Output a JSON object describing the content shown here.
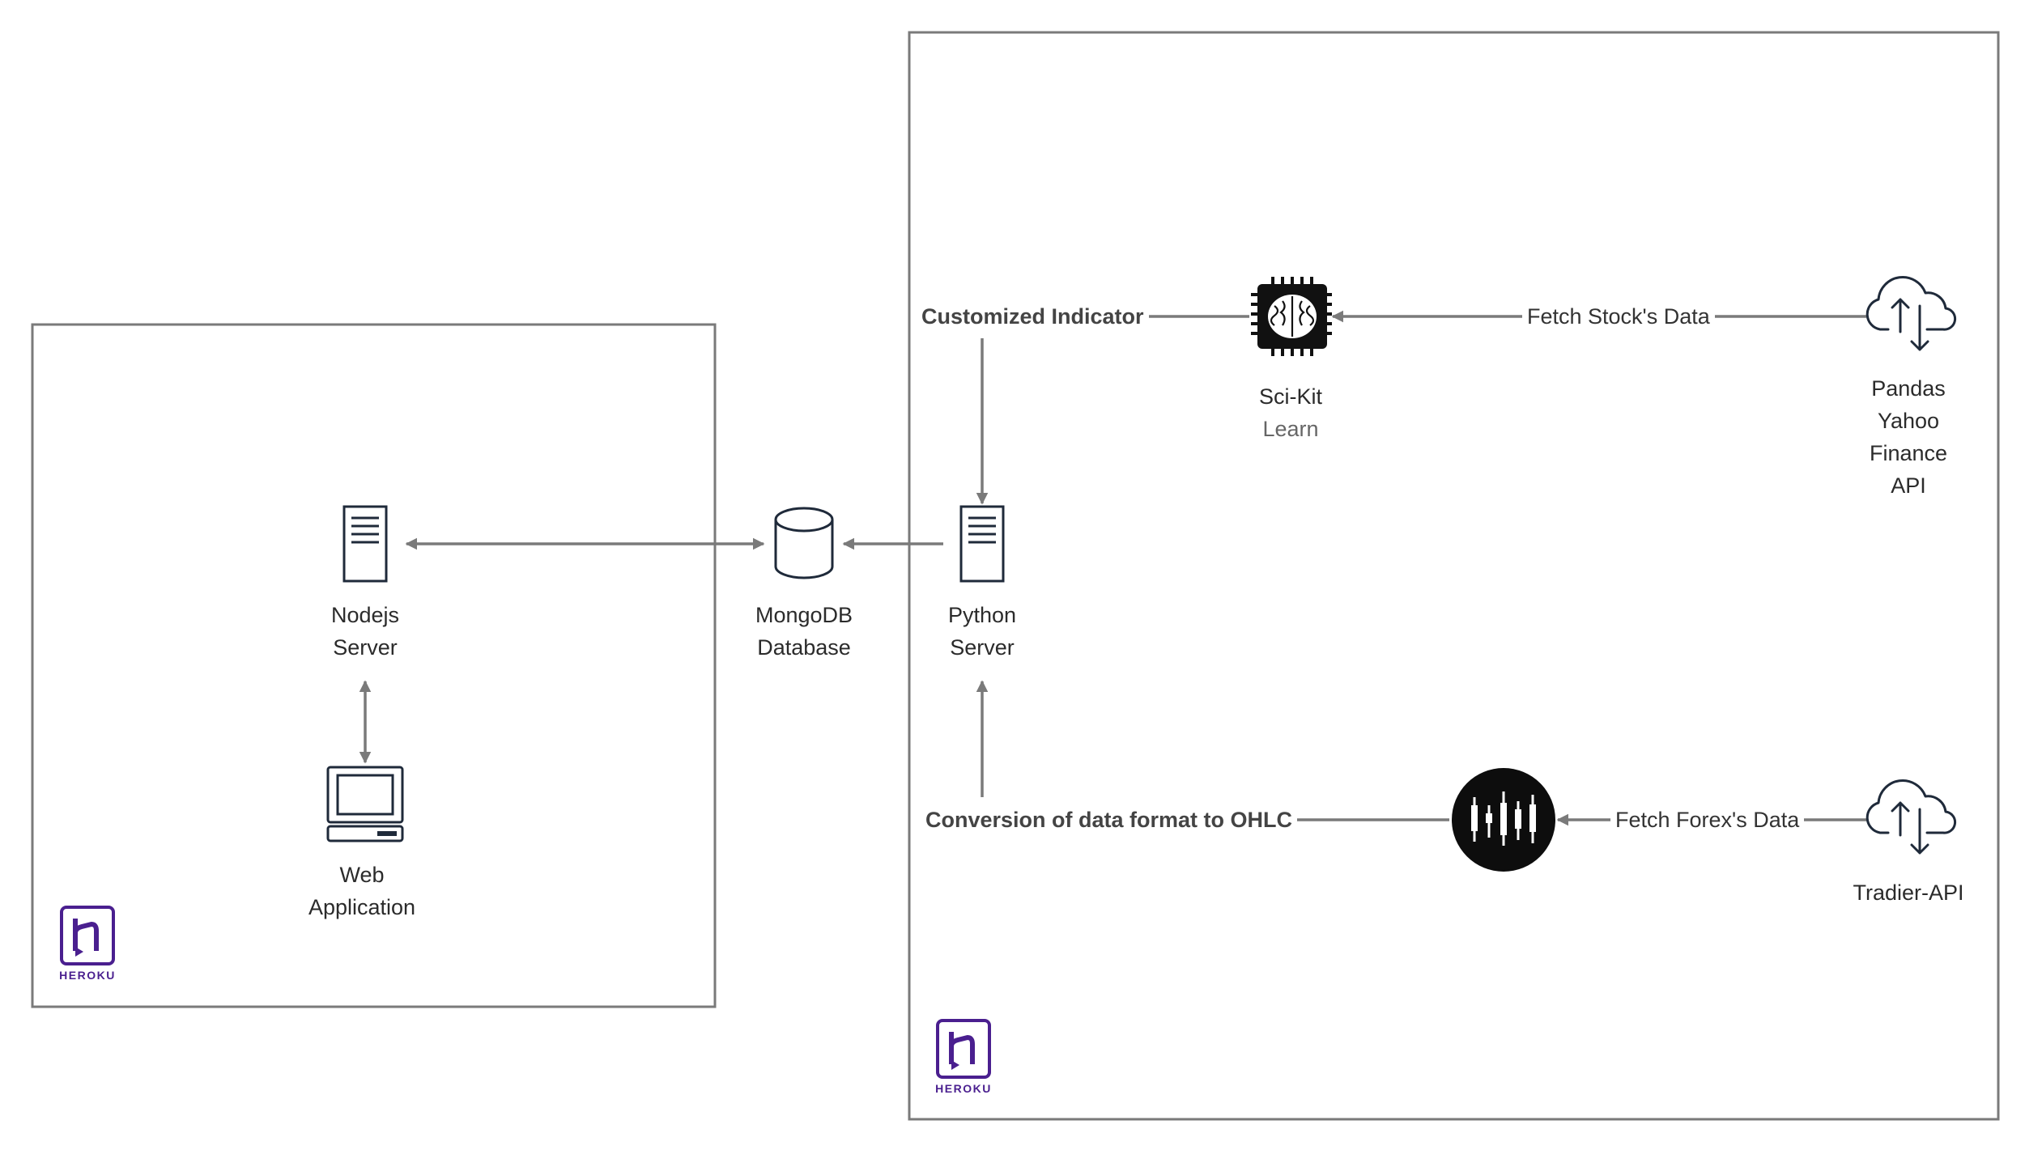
{
  "colors": {
    "border": "#7a7a7a",
    "arrow": "#7a7a7a",
    "icon": "#1f2a3a",
    "heroku": "#4a1f8f"
  },
  "nodes": {
    "nodejs": {
      "icon": "server-icon",
      "lines": [
        "Nodejs",
        "Server"
      ]
    },
    "webapp": {
      "icon": "computer-icon",
      "lines": [
        "Web",
        "Application"
      ]
    },
    "mongodb": {
      "icon": "database-icon",
      "lines": [
        "MongoDB",
        "Database"
      ]
    },
    "python": {
      "icon": "server-icon",
      "lines": [
        "Python",
        "Server"
      ]
    },
    "scikit": {
      "icon": "brain-chip-icon",
      "lines": [
        "Sci-Kit",
        "Learn"
      ]
    },
    "pandas": {
      "icon": "cloud-sync-icon",
      "lines": [
        "Pandas",
        "Yahoo",
        "Finance",
        "API"
      ]
    },
    "tradier": {
      "icon": "cloud-sync-icon",
      "lines": [
        "Tradier-API"
      ]
    },
    "candles": {
      "icon": "candlestick-chart-icon"
    }
  },
  "edge_labels": {
    "customized": "Customized Indicator",
    "fetch_stock": "Fetch Stock's Data",
    "conversion": "Conversion of data format to OHLC",
    "fetch_forex": "Fetch  Forex's Data"
  },
  "heroku": {
    "wordmark": "HEROKU"
  }
}
